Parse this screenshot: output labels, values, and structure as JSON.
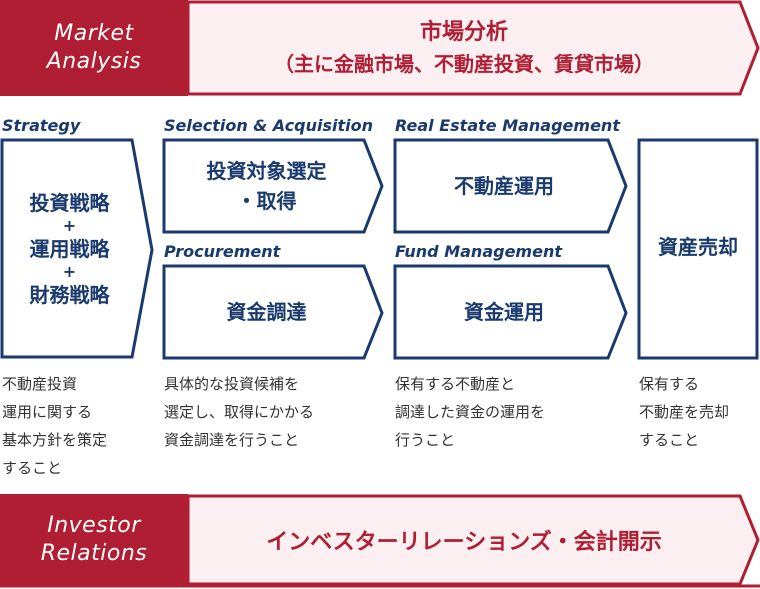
{
  "top_bar": {
    "label_line1": "Market",
    "label_line2": "Analysis",
    "title": "市場分析",
    "subtitle": "（主に金融市場、不動産投資、賃貸市場）"
  },
  "columns": {
    "strategy": {
      "header": "Strategy",
      "lines": [
        "投資戦略",
        "+",
        "運用戦略",
        "+",
        "財務戦略"
      ],
      "desc": [
        "不動産投資",
        "運用に関する",
        "基本方針を策定",
        "すること"
      ]
    },
    "selection": {
      "header": "Selection & Acquisition",
      "line1": "投資対象選定",
      "line2": "・取得"
    },
    "procurement": {
      "header": "Procurement",
      "text": "資金調達",
      "desc": [
        "具体的な投資候補を",
        "選定し、取得にかかる",
        "資金調達を行うこと"
      ]
    },
    "real_estate": {
      "header": "Real Estate Management",
      "text": "不動産運用"
    },
    "fund": {
      "header": "Fund Management",
      "text": "資金運用",
      "desc": [
        "保有する不動産と",
        "調達した資金の運用を",
        "行うこと"
      ]
    },
    "sale": {
      "text": "資産売却",
      "desc": [
        "保有する",
        "不動産を売却",
        "すること"
      ]
    }
  },
  "bottom_bar": {
    "label_line1": "Investor",
    "label_line2": "Relations",
    "title": "インベスターリレーションズ・会計開示"
  },
  "colors": {
    "accent_red": "#b01e33",
    "light_pink": "#fbeff2",
    "navy": "#1a3a6e"
  }
}
